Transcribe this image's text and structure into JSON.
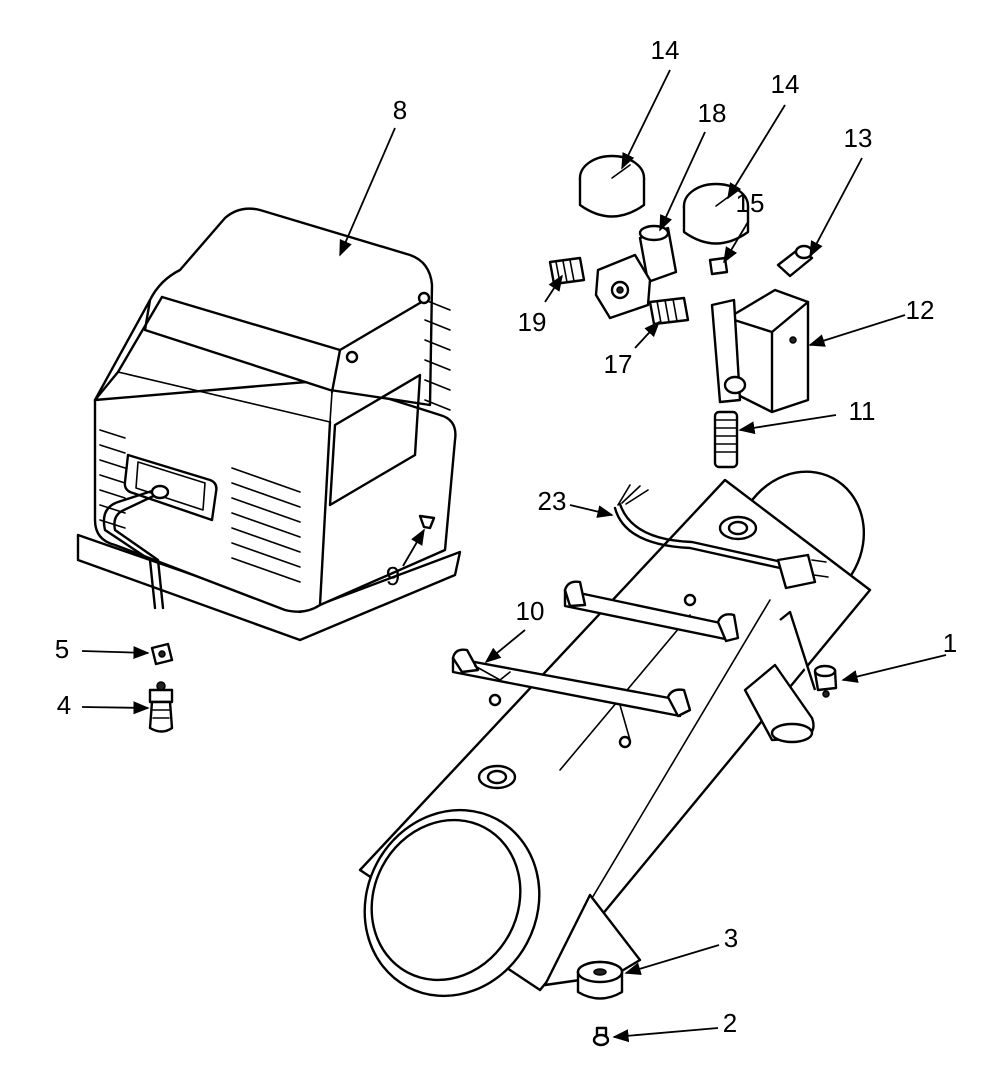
{
  "callouts": [
    {
      "id": "1",
      "text": "1"
    },
    {
      "id": "2",
      "text": "2"
    },
    {
      "id": "3",
      "text": "3"
    },
    {
      "id": "4",
      "text": "4"
    },
    {
      "id": "5",
      "text": "5"
    },
    {
      "id": "8",
      "text": "8"
    },
    {
      "id": "9",
      "text": "9"
    },
    {
      "id": "10",
      "text": "10"
    },
    {
      "id": "11",
      "text": "11"
    },
    {
      "id": "12",
      "text": "12"
    },
    {
      "id": "13",
      "text": "13"
    },
    {
      "id": "14a",
      "text": "14"
    },
    {
      "id": "14b",
      "text": "14"
    },
    {
      "id": "15",
      "text": "15"
    },
    {
      "id": "17",
      "text": "17"
    },
    {
      "id": "18",
      "text": "18"
    },
    {
      "id": "19",
      "text": "19"
    },
    {
      "id": "23",
      "text": "23"
    }
  ],
  "colors": {
    "line": "#000000",
    "background": "#ffffff"
  }
}
